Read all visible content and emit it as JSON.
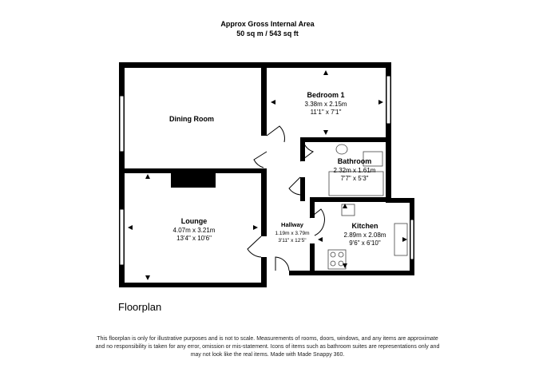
{
  "header": {
    "title": "Approx Gross Internal Area",
    "area": "50 sq m / 543 sq ft"
  },
  "rooms": {
    "dining": {
      "name": "Dining Room"
    },
    "bedroom": {
      "name": "Bedroom 1",
      "metric": "3.38m x 2.15m",
      "imperial": "11'1\" x 7'1\""
    },
    "bathroom": {
      "name": "Bathroom",
      "metric": "2.32m x 1.61m",
      "imperial": "7'7\" x 5'3\""
    },
    "lounge": {
      "name": "Lounge",
      "metric": "4.07m x 3.21m",
      "imperial": "13'4\" x 10'6\""
    },
    "hallway": {
      "name": "Hallway",
      "metric": "1.19m x 3.79m",
      "imperial": "3'11\" x 12'5\""
    },
    "kitchen": {
      "name": "Kitchen",
      "metric": "2.89m x 2.08m",
      "imperial": "9'6\" x 6'10\""
    }
  },
  "plan_title": "Floorplan",
  "disclaimer": {
    "line1": "This floorplan is only for illustrative purposes and is not to scale. Measurements of rooms, doors, windows, and any items are approximate",
    "line2": "and no responsibility is taken for any error, omission or mis-statement. Icons of items such as bathroom suites are representations only and",
    "line3": "may not look like the real items. Made with Made Snappy 360."
  },
  "colors": {
    "wall": "#000000",
    "fixture_stroke": "#444444",
    "background": "#ffffff"
  }
}
